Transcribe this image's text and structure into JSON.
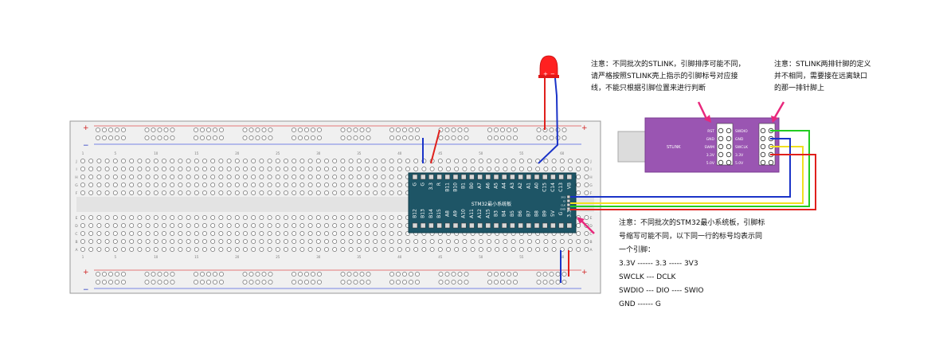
{
  "notes": {
    "stlink_order": [
      "注意：不同批次的STLINK，引脚排序可能不同，",
      "请严格按照STLINK壳上指示的引脚标号对应接",
      "线，不能只根据引脚位置来进行判断"
    ],
    "pin_def": [
      "注意：STLINK两排针脚的定义",
      "并不相同，需要接在远离缺口",
      "的那一排针脚上"
    ],
    "board": [
      "注意：不同批次的STM32最小系统板，引脚标",
      "号缩写可能不同，以下同一行的标号均表示同",
      "一个引脚：",
      "3.3V ------ 3.3 ----- 3V3",
      "SWCLK --- DCLK",
      "SWDIO --- DIO ---- SWIO",
      "GND ------ G"
    ]
  },
  "stm32": {
    "title": "STM32最小系统板",
    "top_pins": [
      "G",
      "G",
      "3.3",
      "R",
      "B11",
      "B10",
      "B1",
      "B0",
      "A7",
      "A6",
      "A5",
      "A4",
      "A3",
      "A2",
      "A1",
      "A0",
      "C15",
      "C14",
      "C13",
      "VB"
    ],
    "bottom_pins": [
      "B12",
      "B13",
      "B14",
      "B15",
      "A8",
      "A9",
      "A10",
      "A11",
      "A12",
      "A15",
      "B3",
      "B4",
      "B5",
      "B6",
      "B7",
      "B8",
      "B9",
      "5V",
      "G",
      "3.3"
    ],
    "swd_pins": [
      "3V3",
      "IO",
      "CLK",
      "GND"
    ]
  },
  "stlink": {
    "name": "STLINK",
    "left_labels": [
      "RST",
      "GND",
      "SWIM",
      "3.3V",
      "5.0V"
    ],
    "right_labels": [
      "SWDIO",
      "GND",
      "SWCLK",
      "3.3V",
      "5.0V"
    ]
  },
  "breadboard": {
    "plus": "+",
    "minus": "−",
    "row_letters_top": [
      "J",
      "I",
      "H",
      "G",
      "F"
    ],
    "row_letters_bottom": [
      "E",
      "D",
      "C",
      "B",
      "A"
    ],
    "col_numbers": [
      "1",
      "5",
      "10",
      "15",
      "20",
      "25",
      "30",
      "35",
      "40",
      "45",
      "50",
      "55",
      "60"
    ]
  },
  "led": {
    "plus": "+",
    "minus": "−"
  },
  "colors": {
    "wire_red": "#e0201c",
    "wire_blue": "#1a33c8",
    "wire_green": "#22cc22",
    "wire_yellow": "#f0e020",
    "stm32_board": "#1e5566",
    "stlink_body": "#9a55b2",
    "arrow": "#e8287c",
    "led": "#ff2020"
  }
}
